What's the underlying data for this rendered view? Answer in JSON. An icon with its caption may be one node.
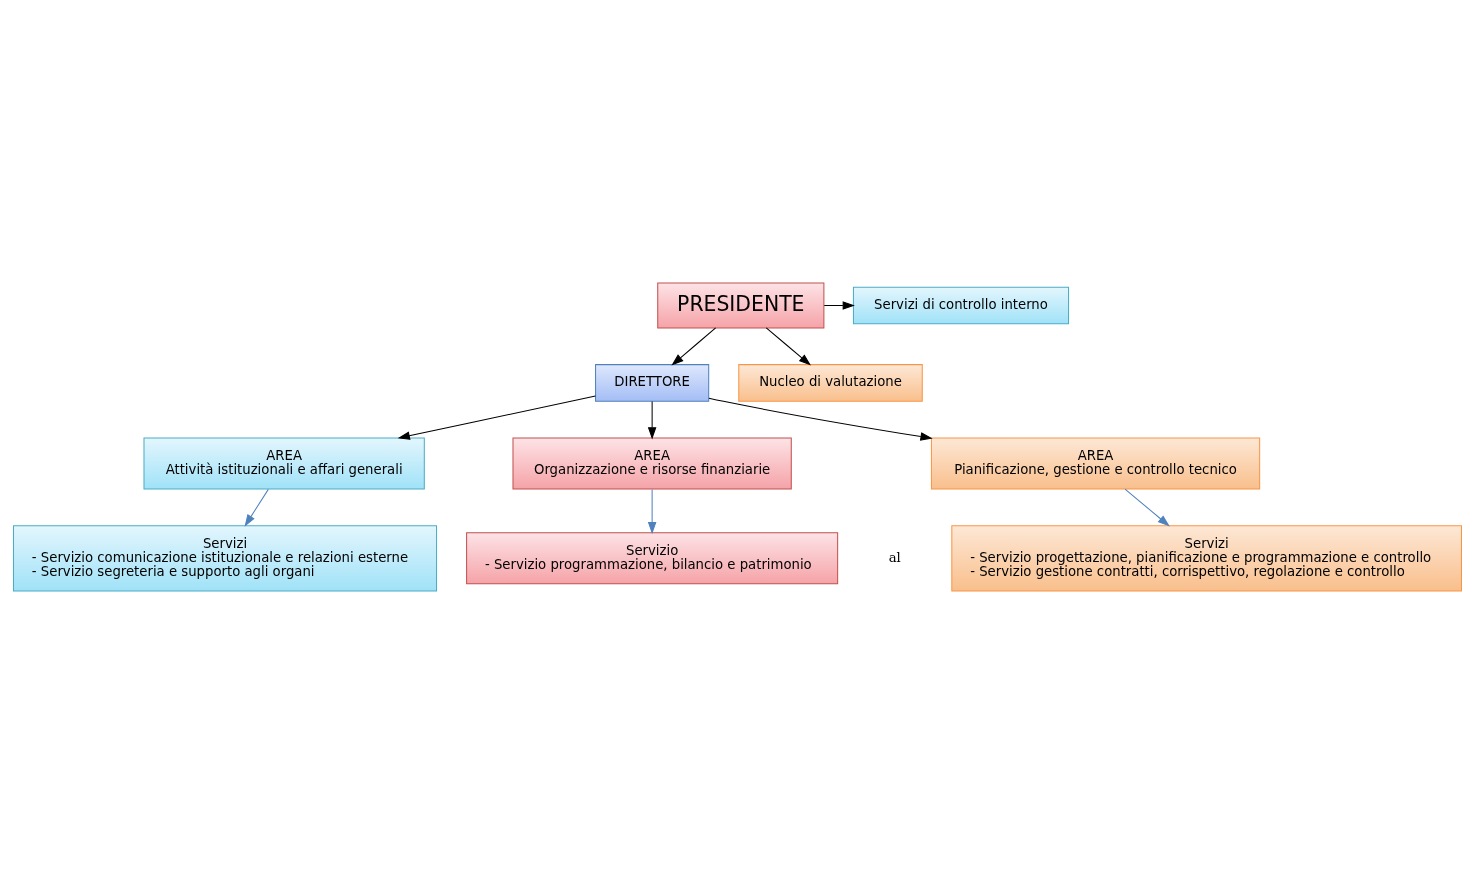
{
  "diagram": {
    "nodes": [
      {
        "text": [
          "PRESIDENTE"
        ]
      },
      {
        "text": [
          "Servizi di controllo interno"
        ]
      },
      {
        "text": [
          "DIRETTORE"
        ]
      },
      {
        "text": [
          "Nucleo di valutazione"
        ]
      },
      {
        "text": [
          "AREA",
          "Attività istituzionali e affari generali"
        ]
      },
      {
        "text": [
          "AREA",
          "Organizzazione e risorse finanziarie"
        ]
      },
      {
        "text": [
          "AREA",
          "Pianificazione, gestione e controllo tecnico"
        ]
      },
      {
        "text": [
          "Servizi",
          "- Servizio comunicazione istituzionale e relazioni esterne",
          "- Servizio segreteria e supporto agli organi"
        ]
      },
      {
        "text": [
          "Servizio",
          "- Servizio programmazione, bilancio e patrimonio"
        ]
      },
      {
        "text": [
          "Servizi",
          "- Servizio progettazione, pianificazione e programmazione e controllo",
          "- Servizio gestione contratti, corrispettivo, regolazione e controllo"
        ]
      }
    ],
    "edges": [
      {
        "from": 0,
        "to": 2,
        "arrow": "to"
      },
      {
        "from": 0,
        "to": 1,
        "arrow": "to"
      },
      {
        "from": 0,
        "to": 3,
        "arrow": "to"
      },
      {
        "from": 2,
        "to": 4,
        "arrow": "to"
      },
      {
        "from": 2,
        "to": 5,
        "arrow": "to"
      },
      {
        "from": 2,
        "to": 6,
        "arrow": "to"
      },
      {
        "from": 4,
        "to": 7,
        "arrow": "to",
        "color": "#4f81bd"
      },
      {
        "from": 5,
        "to": 8,
        "arrow": "to",
        "color": "#4f81bd"
      },
      {
        "from": 6,
        "to": 9,
        "arrow": "to",
        "color": "#4f81bd"
      }
    ],
    "labels": [
      "al"
    ]
  }
}
